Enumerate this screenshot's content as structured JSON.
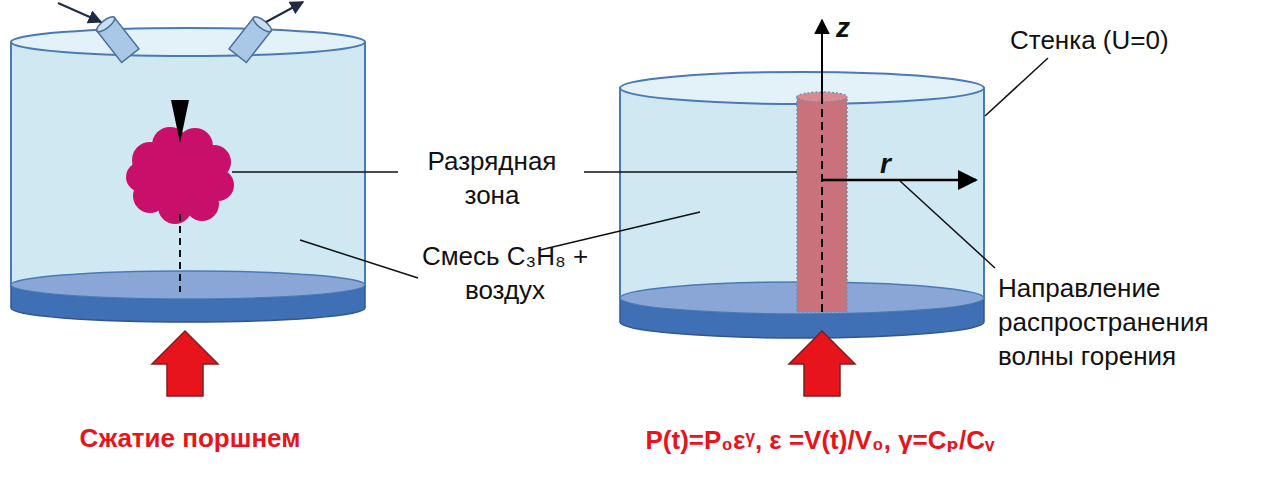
{
  "diagram": {
    "labels": [
      "Разрядная зона",
      "Смесь C₃H₈ + воздух",
      "z",
      "Стенка (U=0)",
      "r",
      "Направление распространения волны горения",
      "Сжатие поршнем",
      "P(t)=P₀εᵞ, ε =V(t)/V₀, γ=Cₚ/Cᵥ"
    ]
  }
}
